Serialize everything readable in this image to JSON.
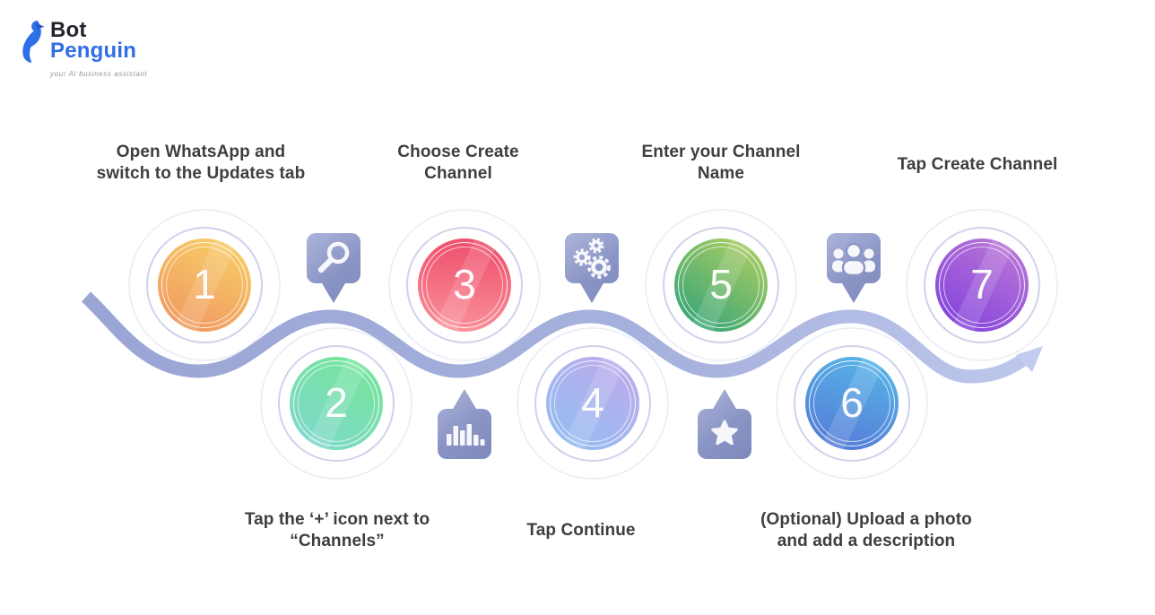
{
  "logo": {
    "name_top": "Bot",
    "name_bottom": "Penguin",
    "tagline": "your AI business assistant",
    "colors": {
      "bot": "#23252e",
      "penguin": "#2f6ee6",
      "tagline": "#979797",
      "icon": "#2e6fe8"
    }
  },
  "timeline": {
    "ribbon_color_start": "#98a3d3",
    "ribbon_color_end": "#c6cff1",
    "ring_color": "#9da8d7",
    "badge_color_from": "#9ba5d2",
    "badge_color_to": "#7d87ba",
    "badge_icons": [
      "magnifier-icon",
      "bar-chart-icon",
      "gears-icon",
      "star-icon",
      "people-icon"
    ]
  },
  "steps": [
    {
      "number": "1",
      "row": "top",
      "label": "Open WhatsApp and switch to the Updates tab",
      "label_lines": [
        "Open WhatsApp and",
        "switch to the Updates tab"
      ],
      "accent_from": "#f8d268",
      "accent_to": "#f0935f"
    },
    {
      "number": "2",
      "row": "bottom",
      "label": "Tap the ‘+’ icon next to “Channels”",
      "label_lines": [
        "Tap the ‘+’ icon next to",
        "“Channels”"
      ],
      "accent_from": "#74e793",
      "accent_to": "#80d6d2"
    },
    {
      "number": "3",
      "row": "top",
      "label": "Choose Create Channel",
      "label_lines": [
        "Choose Create",
        "Channel"
      ],
      "accent_from": "#ee4b69",
      "accent_to": "#fa949b"
    },
    {
      "number": "4",
      "row": "bottom",
      "label": "Tap Continue",
      "label_lines": [
        "Tap Continue"
      ],
      "accent_from": "#c4a9ec",
      "accent_to": "#8dbff2"
    },
    {
      "number": "5",
      "row": "top",
      "label": "Enter your Channel Name",
      "label_lines": [
        "Enter your Channel",
        "Name"
      ],
      "accent_from": "#b9d15e",
      "accent_to": "#27a17b"
    },
    {
      "number": "6",
      "row": "bottom",
      "label": "(Optional) Upload a photo and add a description",
      "label_lines": [
        "(Optional) Upload a photo",
        "and add a description"
      ],
      "accent_from": "#57bae9",
      "accent_to": "#5575d6"
    },
    {
      "number": "7",
      "row": "top",
      "label": "Tap Create Channel",
      "label_lines": [
        "Tap Create Channel"
      ],
      "accent_from": "#c27cd5",
      "accent_to": "#7b3ddd"
    }
  ]
}
